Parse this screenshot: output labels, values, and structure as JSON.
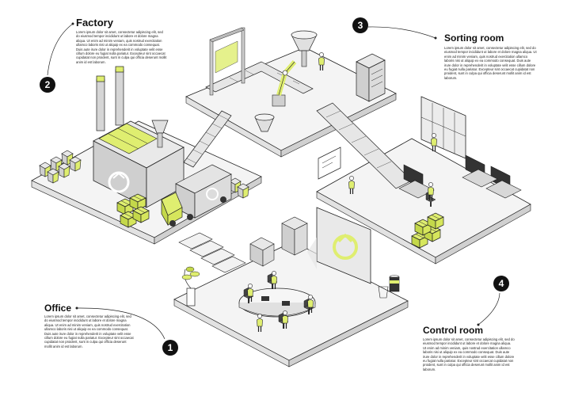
{
  "colors": {
    "accent": "#dfee70",
    "accent_dark": "#c4d84a",
    "line": "#222222",
    "floor": "#f2f2f2",
    "shadow": "#d9d9d9",
    "machine": "#cfcfcf"
  },
  "sections": {
    "factory": {
      "number": "2",
      "title": "Factory",
      "text": "Lorem ipsum dolor sit amet, consectetur adipiscing elit, sed do eiusmod tempor incididunt ut labore et dolore magna aliqua. Ut enim ad minim veniam, quis nostrud exercitation ullamco laboris nisi ut aliquip ex ea commodo consequat. Duis aute irure dolor in reprehenderit in voluptate velit esse cillum dolore eu fugiat nulla pariatur. Excepteur sint occaecat cupidatat non proident, sunt in culpa qui officia deserunt mollit anim id est laborum."
    },
    "sorting_room": {
      "number": "3",
      "title": "Sorting room",
      "text": "Lorem ipsum dolor sit amet, consectetur adipiscing elit, sed do eiusmod tempor incididunt ut labore et dolore magna aliqua. Ut enim ad minim veniam, quis nostrud exercitation ullamco laboris nisi ut aliquip ex ea commodo consequat. Duis aute irure dolor in reprehenderit in voluptate velit esse cillum dolore eu fugiat nulla pariatur. Excepteur sint occaecat cupidatat non proident, sunt in culpa qui officia deserunt mollit anim id est laborum."
    },
    "office": {
      "number": "1",
      "title": "Office",
      "text": "Lorem ipsum dolor sit amet, consectetur adipiscing elit, sed do eiusmod tempor incididunt ut labore et dolore magna aliqua. Ut enim ad minim veniam, quis nostrud exercitation ullamco laboris nisi ut aliquip ex ea commodo consequat. Duis aute irure dolor in reprehenderit in voluptate velit esse cillum dolore eu fugiat nulla pariatur. Excepteur sint occaecat cupidatat non proident, sunt in culpa qui officia deserunt mollit anim id est laborum."
    },
    "control_room": {
      "number": "4",
      "title": "Control room",
      "text": "Lorem ipsum dolor sit amet, consectetur adipiscing elit, sed do eiusmod tempor incididunt ut labore et dolore magna aliqua. Ut enim ad minim veniam, quis nostrud exercitation ullamco laboris nisi ut aliquip ex ea commodo consequat. Duis aute irure dolor in reprehenderit in voluptate velit esse cillum dolore eu fugiat nulla pariatur. Excepteur sint occaecat cupidatat non proident, sunt in culpa qui officia deserunt mollit anim id est laborum."
    }
  },
  "icons": {
    "recycle": "recycle-icon",
    "truck": "truck-icon",
    "robot_arm": "robot-arm-icon",
    "plant": "plant-icon",
    "monitor": "monitor-icon",
    "box": "box-icon",
    "person": "person-icon",
    "bin": "recycling-bin-icon"
  }
}
